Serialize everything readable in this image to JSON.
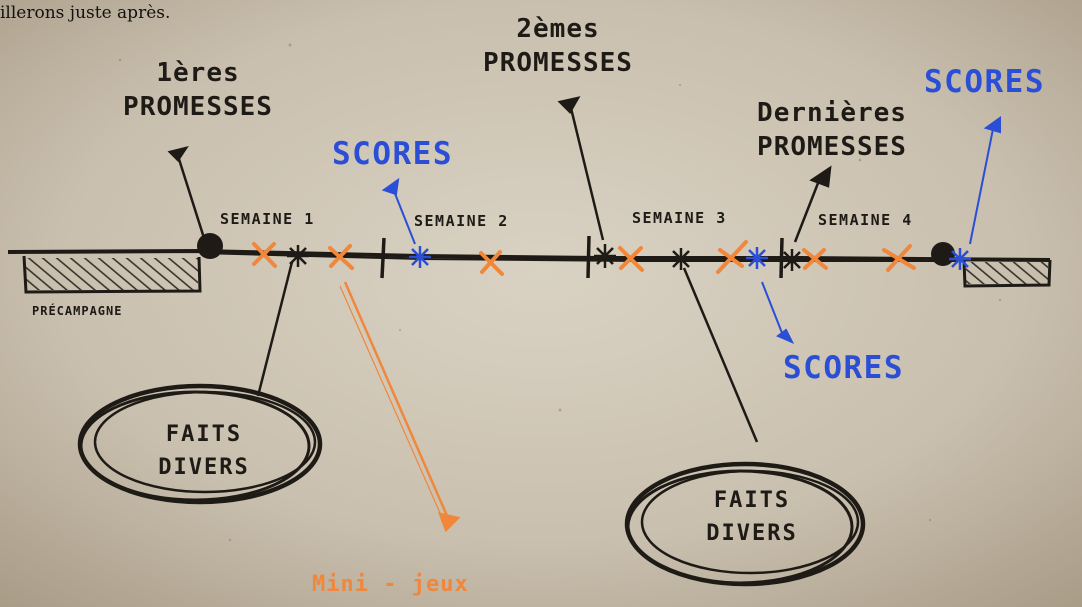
{
  "intro_text": "illerons juste après.",
  "promises": {
    "first": "1ères\nPROMESSES",
    "second": "2èmes\nPROMESSES",
    "last": "Dernières\nPROMESSES"
  },
  "scores_label": "SCORES",
  "weeks": [
    "SEMAINE 1",
    "SEMAINE 2",
    "SEMAINE 3",
    "SEMAINE 4"
  ],
  "precampagne": "PRÉCAMPAGNE",
  "faits_divers": "FAITS\nDIVERS",
  "mini_jeux": "Mini - jeux",
  "colors": {
    "ink": "#1e1a16",
    "scores_blue": "#2a4fd6",
    "minijeux_orange": "#f0873b",
    "paper": "#cbc2b2"
  }
}
